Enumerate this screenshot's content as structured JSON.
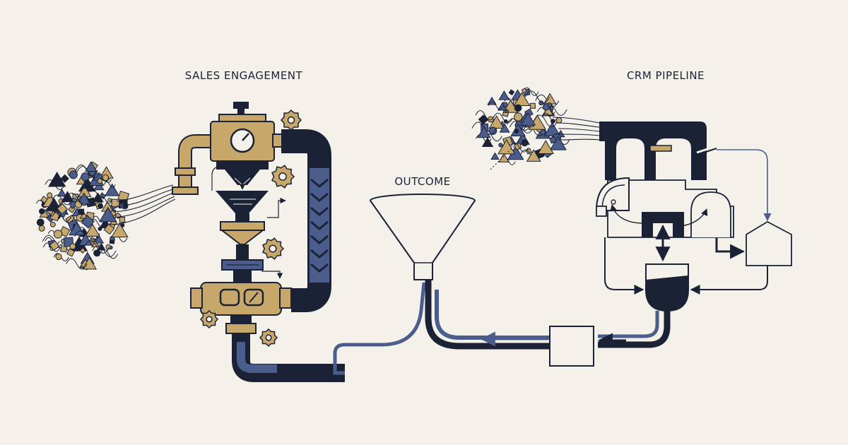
{
  "labels": {
    "sales_engagement": "SALES ENGAGEMENT",
    "outcome": "OUTCOME",
    "crm_pipeline": "CRM PIPELINE"
  },
  "colors": {
    "background": "#f4f1ea",
    "navy": "#1b2236",
    "steel_blue": "#4a5d8c",
    "gold": "#c8a86a",
    "outline": "#1b2236"
  }
}
